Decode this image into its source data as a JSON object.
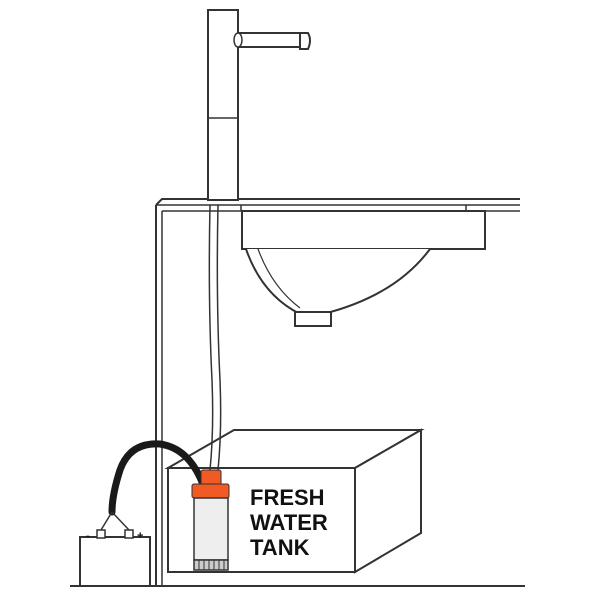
{
  "tank_label": {
    "line1": "FRESH",
    "line2": "WATER",
    "line3": "TANK"
  },
  "battery": {
    "negative_sign": "-",
    "positive_sign": "+"
  },
  "colors": {
    "line": "#333333",
    "pump_cap": "#f15a24",
    "pump_body": "#eeeeee",
    "cable": "#1a1a1a"
  }
}
